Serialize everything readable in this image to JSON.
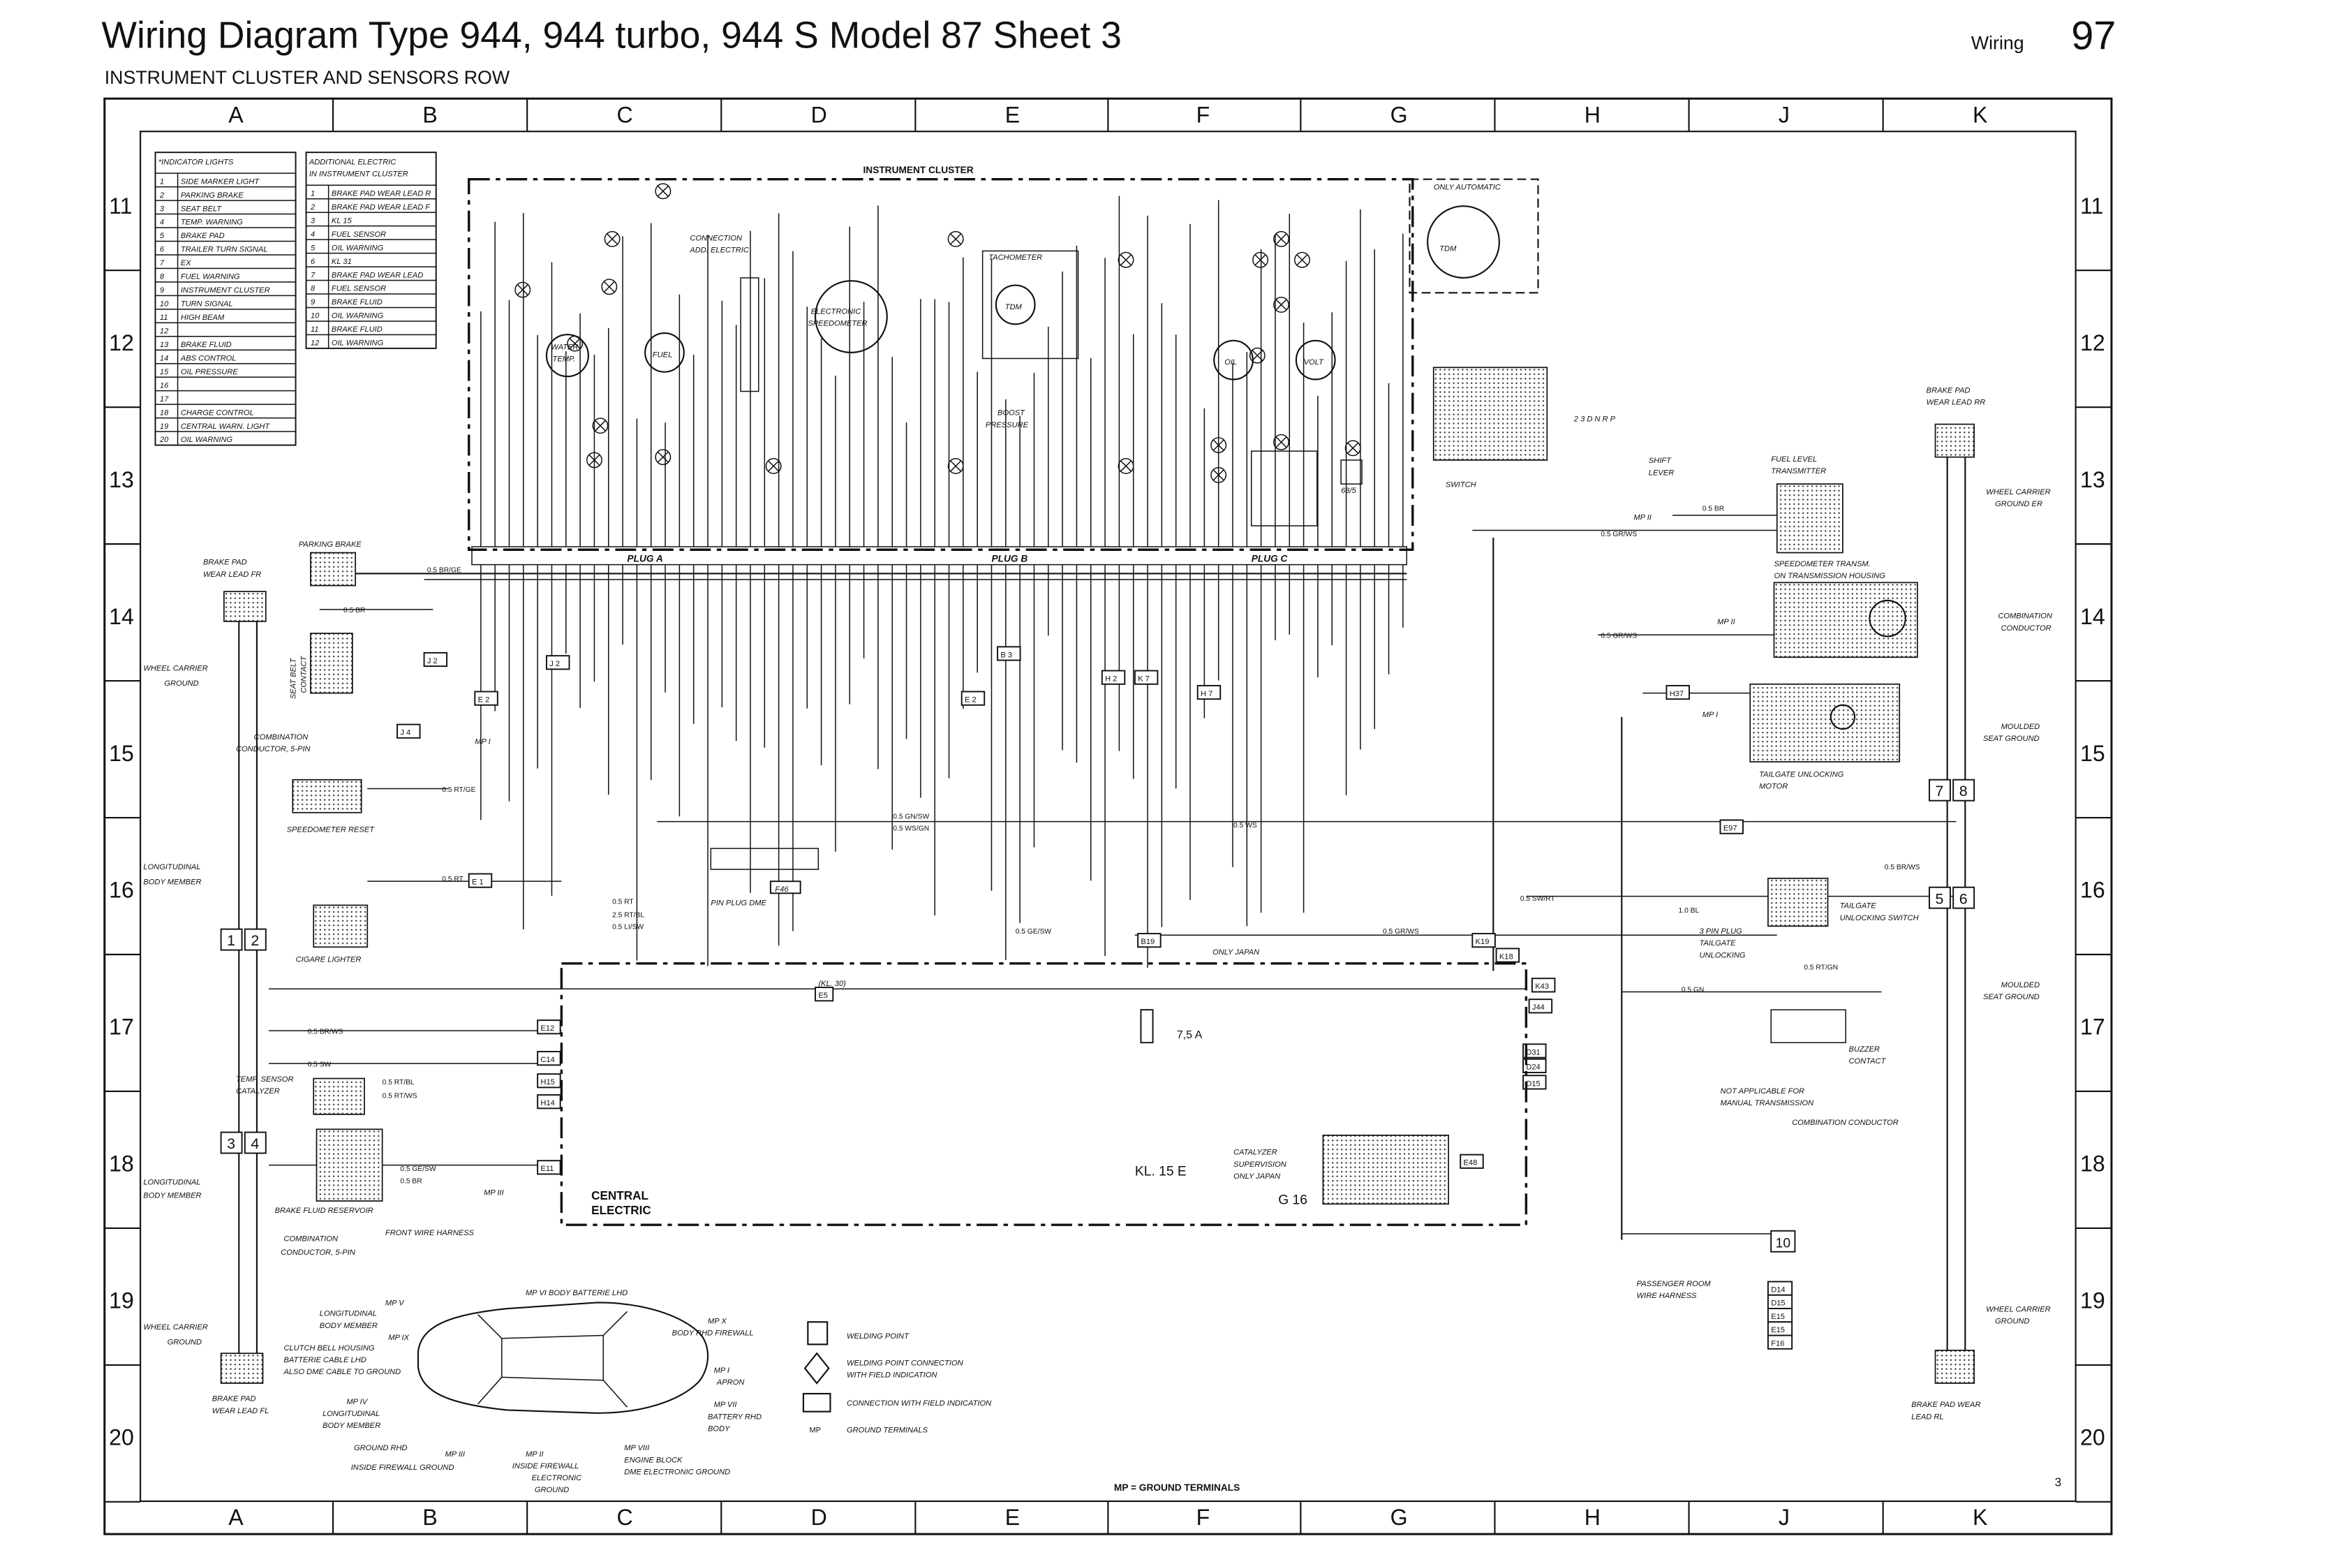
{
  "header": {
    "title": "Wiring Diagram Type 944, 944 turbo, 944 S  Model 87  Sheet  3",
    "subtitle": "INSTRUMENT CLUSTER AND SENSORS ROW",
    "section": "Wiring",
    "page_number": "97"
  },
  "grid": {
    "columns": [
      "A",
      "B",
      "C",
      "D",
      "E",
      "F",
      "G",
      "H",
      "J",
      "K"
    ],
    "rows": [
      "11",
      "12",
      "13",
      "14",
      "15",
      "16",
      "17",
      "18",
      "19",
      "20"
    ]
  },
  "indicator_lights": {
    "title": "*INDICATOR LIGHTS",
    "rows": [
      {
        "n": "1",
        "label": "SIDE MARKER LIGHT"
      },
      {
        "n": "2",
        "label": "PARKING BRAKE"
      },
      {
        "n": "3",
        "label": "SEAT BELT"
      },
      {
        "n": "4",
        "label": "TEMP. WARNING"
      },
      {
        "n": "5",
        "label": "BRAKE PAD"
      },
      {
        "n": "6",
        "label": "TRAILER TURN SIGNAL"
      },
      {
        "n": "7",
        "label": "EX"
      },
      {
        "n": "8",
        "label": "FUEL WARNING"
      },
      {
        "n": "9",
        "label": "INSTRUMENT CLUSTER"
      },
      {
        "n": "10",
        "label": "TURN SIGNAL"
      },
      {
        "n": "11",
        "label": "HIGH BEAM"
      },
      {
        "n": "12",
        "label": ""
      },
      {
        "n": "13",
        "label": "BRAKE FLUID"
      },
      {
        "n": "14",
        "label": "ABS CONTROL"
      },
      {
        "n": "15",
        "label": "OIL PRESSURE"
      },
      {
        "n": "16",
        "label": ""
      },
      {
        "n": "17",
        "label": ""
      },
      {
        "n": "18",
        "label": "CHARGE CONTROL"
      },
      {
        "n": "19",
        "label": "CENTRAL WARN. LIGHT"
      },
      {
        "n": "20",
        "label": "OIL WARNING"
      }
    ]
  },
  "additional_electric": {
    "title": [
      "ADDITIONAL ELECTRIC",
      "IN INSTRUMENT CLUSTER"
    ],
    "rows": [
      {
        "n": "1",
        "label": "BRAKE PAD WEAR LEAD R"
      },
      {
        "n": "2",
        "label": "BRAKE PAD WEAR LEAD F"
      },
      {
        "n": "3",
        "label": "KL 15"
      },
      {
        "n": "4",
        "label": "FUEL SENSOR"
      },
      {
        "n": "5",
        "label": "OIL WARNING"
      },
      {
        "n": "6",
        "label": "KL 31"
      },
      {
        "n": "7",
        "label": "BRAKE PAD WEAR LEAD"
      },
      {
        "n": "8",
        "label": "FUEL SENSOR"
      },
      {
        "n": "9",
        "label": "BRAKE FLUID"
      },
      {
        "n": "10",
        "label": "OIL WARNING"
      },
      {
        "n": "11",
        "label": "BRAKE FLUID"
      },
      {
        "n": "12",
        "label": "OIL WARNING"
      }
    ]
  },
  "cluster": {
    "title": "INSTRUMENT CLUSTER",
    "connection": [
      "CONNECTION",
      "ADD. ELECTRIC"
    ],
    "tachometer": "TACHOMETER",
    "tdm": "TDM",
    "speedometer": [
      "ELECTRONIC",
      "SPEEDOMETER"
    ],
    "water_temp": [
      "WATER",
      "TEMP."
    ],
    "fuel": "FUEL",
    "oil": "OIL",
    "volt": "VOLT",
    "boost": [
      "BOOST",
      "PRESSURE"
    ],
    "resistor": "68/5",
    "plugs": [
      "PLUG A",
      "PLUG B",
      "PLUG C"
    ]
  },
  "components": {
    "only_automatic": "ONLY AUTOMATIC",
    "tdm_small": "TDM",
    "switch": "SWITCH",
    "shift_lever": [
      "SHIFT",
      "LEVER"
    ],
    "gear_positions": "2 3 D N R P",
    "brake_pad_rr": [
      "BRAKE PAD",
      "WEAR LEAD RR"
    ],
    "fuel_level": [
      "FUEL LEVEL",
      "TRANSMITTER"
    ],
    "wheel_carrier_er": [
      "WHEEL CARRIER",
      "GROUND ER"
    ],
    "speedo_transm": [
      "SPEEDOMETER TRANSM.",
      "ON TRANSMISSION HOUSING"
    ],
    "combination_conductor_r": [
      "COMBINATION",
      "CONDUCTOR"
    ],
    "moulded_seat_1": [
      "MOULDED",
      "SEAT GROUND"
    ],
    "tailgate_motor": [
      "TAILGATE UNLOCKING",
      "MOTOR"
    ],
    "tailgate_switch": [
      "TAILGATE",
      "UNLOCKING SWITCH"
    ],
    "three_pin": [
      "3 PIN PLUG",
      "TAILGATE",
      "UNLOCKING"
    ],
    "moulded_seat_2": [
      "MOULDED",
      "SEAT GROUND"
    ],
    "buzzer": [
      "BUZZER",
      "CONTACT"
    ],
    "not_applicable": [
      "NOT APPLICABLE FOR",
      "MANUAL TRANSMISSION"
    ],
    "combination_conductor_b": "COMBINATION CONDUCTOR",
    "passenger_room": [
      "PASSENGER ROOM",
      "WIRE HARNESS"
    ],
    "wheel_carrier_rl": [
      "WHEEL CARRIER",
      "GROUND"
    ],
    "brake_pad_rl": [
      "BRAKE PAD WEAR",
      "LEAD RL"
    ],
    "catalyzer": [
      "CATALYZER",
      "SUPERVISION",
      "ONLY JAPAN"
    ],
    "g16": "G 16",
    "kl15e": "KL. 15 E",
    "fuse": "7,5 A",
    "only_japan": "ONLY JAPAN",
    "kl30": "(KL. 30)",
    "pin_plug_dme": "PIN PLUG DME",
    "f46": "F46",
    "central_electric": [
      "CENTRAL",
      "ELECTRIC"
    ],
    "parking_brake": "PARKING BRAKE",
    "brake_pad_fr": [
      "BRAKE PAD",
      "WEAR LEAD FR"
    ],
    "wheel_carrier_a1": [
      "WHEEL CARRIER",
      "GROUND"
    ],
    "seat_belt": [
      "SEAT BELT",
      "CONTACT"
    ],
    "combination_5pin_1": [
      "COMBINATION",
      "CONDUCTOR, 5-PIN"
    ],
    "speedo_reset": "SPEEDOMETER RESET",
    "longitudinal_1": [
      "LONGITUDINAL",
      "BODY MEMBER"
    ],
    "cigar": "CIGARE LIGHTER",
    "temp_sensor": [
      "TEMP. SENSOR",
      "CATALYZER"
    ],
    "brake_fluid_res": "BRAKE FLUID RESERVOIR",
    "front_harness": "FRONT WIRE HARNESS",
    "longitudinal_2": [
      "LONGITUDINAL",
      "BODY MEMBER"
    ],
    "combination_5pin_2": [
      "COMBINATION",
      "CONDUCTOR, 5-PIN"
    ],
    "wheel_carrier_a2": [
      "WHEEL CARRIER",
      "GROUND"
    ],
    "brake_pad_fl": [
      "BRAKE PAD",
      "WEAR LEAD FL"
    ],
    "mp_ii": "MP II",
    "mp_iii": "MP III",
    "mp_i": "MP I",
    "pass_list": [
      "D14",
      "D15",
      "E15",
      "E15",
      "F16"
    ],
    "box10": "10",
    "welds": [
      "7",
      "8",
      "5",
      "6",
      "1",
      "2",
      "3",
      "4"
    ]
  },
  "wire_labels": [
    "0.5 BR/GE",
    "0.5 BR",
    "0.5 RT/GE",
    "0.5 RT",
    "0.5 RT",
    "2.5 RT/BL",
    "0.5 LI/SW",
    "0.5 BR/WS",
    "0.5 SW",
    "0.5 RT/BL",
    "0.5 RT/WS",
    "0.5 GE/SW",
    "0.5 BR",
    "0.5 GN/SW",
    "0.5 WS/GN",
    "0.5 WS",
    "0.5 GE/SW",
    "0.5 GR/WS",
    "0.5 SW/RT",
    "0.5 GN",
    "0.5 RT/GN",
    "0.5 BR",
    "0.5 GR/WS",
    "0.5 GR/WS",
    "0.5 BR/WS",
    "1.0 BL"
  ],
  "connector_codes": [
    "J 2",
    "E 2",
    "J 2",
    "J 4",
    "E 2",
    "B 3",
    "H 2",
    "K 7",
    "H 7",
    "E 1",
    "E5",
    "E97",
    "H37",
    "E12",
    "C14",
    "H15",
    "H14",
    "E11",
    "K43",
    "J44",
    "D31",
    "D24",
    "D15",
    "B19",
    "K19",
    "K18",
    "E48"
  ],
  "car": {
    "mp_v": [
      "MP V",
      "LONGITUDINAL",
      "BODY MEMBER"
    ],
    "mp_vi": "MP VI BODY BATTERIE LHD",
    "mp_x": [
      "MP X",
      "BODY RHD FIREWALL"
    ],
    "mp_ix": [
      "MP IX",
      "CLUTCH BELL HOUSING",
      "BATTERIE CABLE LHD",
      "ALSO DME CABLE TO GROUND"
    ],
    "mp_i": [
      "MP I",
      "APRON"
    ],
    "mp_vii": [
      "MP VII",
      "BATTERY RHD",
      "BODY"
    ],
    "mp_iv": [
      "MP IV",
      "LONGITUDINAL",
      "BODY MEMBER"
    ],
    "ground_rhd": "GROUND RHD",
    "mp_iii": [
      "MP III",
      "INSIDE FIREWALL GROUND"
    ],
    "mp_ii": [
      "MP II",
      "INSIDE FIREWALL",
      "ELECTRONIC",
      "GROUND"
    ],
    "mp_viii": [
      "MP VIII",
      "ENGINE BLOCK",
      "DME ELECTRONIC GROUND"
    ]
  },
  "legend": {
    "welding_point": "WELDING POINT",
    "welding_conn": [
      "WELDING POINT CONNECTION",
      "WITH FIELD INDICATION"
    ],
    "connection_field": "CONNECTION WITH FIELD INDICATION",
    "mp_symbol": "MP",
    "ground_terminals": "GROUND TERMINALS"
  },
  "footer": {
    "mp_note": "MP = GROUND TERMINALS",
    "sheet": "3"
  }
}
